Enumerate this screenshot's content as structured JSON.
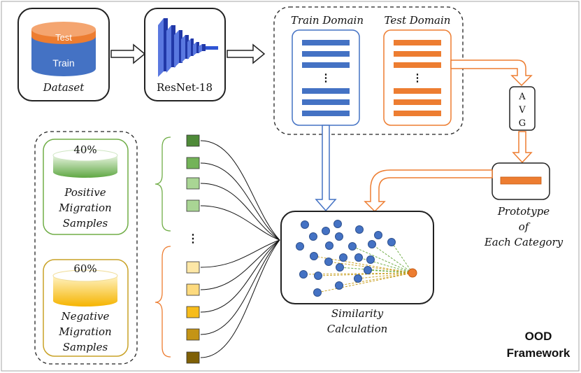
{
  "dataset": {
    "label": "Dataset",
    "test_label": "Test",
    "train_label": "Train"
  },
  "backbone": {
    "label": "ResNet-18"
  },
  "domains": {
    "train": "Train Domain",
    "test": "Test Domain",
    "ellipsis": "⋮"
  },
  "avg": {
    "letters": [
      "A",
      "V",
      "G"
    ]
  },
  "prototype": {
    "lines": [
      "Prototype",
      "of",
      "Each Category"
    ]
  },
  "positive": {
    "percent": "40%",
    "lines": [
      "Positive",
      "Migration",
      "Samples"
    ]
  },
  "negative": {
    "percent": "60%",
    "lines": [
      "Negative",
      "Migration",
      "Samples"
    ]
  },
  "samples": {
    "separator": "⋮",
    "positive_colors": [
      "#4e8a38",
      "#73b358",
      "#a9d594",
      "#a9d594"
    ],
    "negative_colors": [
      "#fde7a6",
      "#fdda7e",
      "#f7bc1a",
      "#c49415",
      "#7f6006"
    ]
  },
  "similarity": {
    "lines": [
      "Similarity",
      "Calculation"
    ]
  },
  "footer": {
    "lines": [
      "OOD",
      "Framework"
    ]
  },
  "colors": {
    "blue": "#4472c4",
    "orange": "#ed7d31",
    "green": "#70ad47",
    "gold": "#c9a227"
  }
}
